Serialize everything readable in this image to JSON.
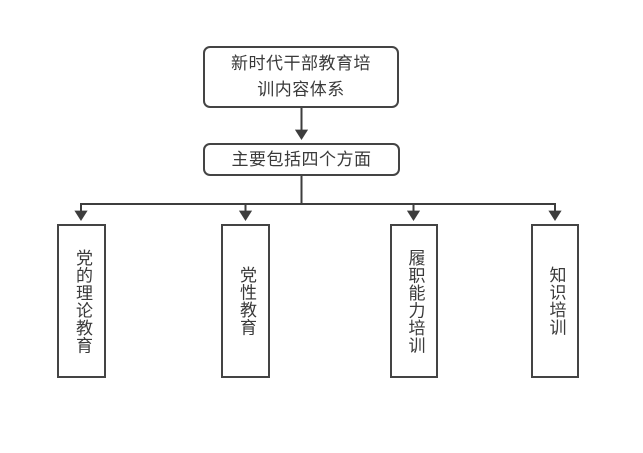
{
  "diagram": {
    "type": "flowchart",
    "orientation": "top-down",
    "background_color": "#ffffff",
    "line_color": "#444444",
    "text_color": "#3a3a3a",
    "root": {
      "label": "新时代干部教育培\n训内容体系",
      "shape": "rounded-rectangle",
      "text_direction": "horizontal"
    },
    "subtitle": {
      "label": "主要包括四个方面",
      "shape": "rounded-rectangle",
      "text_direction": "horizontal"
    },
    "branches": [
      {
        "label": "党的理论教育",
        "shape": "rectangle",
        "text_direction": "vertical"
      },
      {
        "label": "党性教育",
        "shape": "rectangle",
        "text_direction": "vertical"
      },
      {
        "label": "履职能力培训",
        "shape": "rectangle",
        "text_direction": "vertical"
      },
      {
        "label": "知识培训",
        "shape": "rectangle",
        "text_direction": "vertical"
      }
    ]
  }
}
